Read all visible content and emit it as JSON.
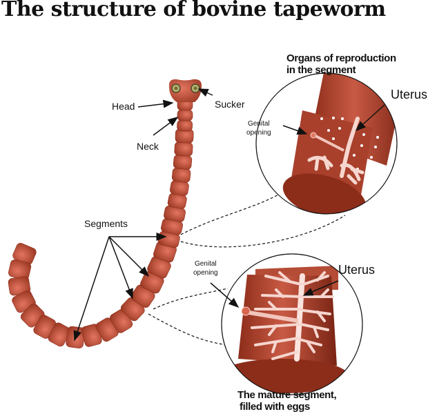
{
  "title": "The structure of bovine tapeworm",
  "labels": {
    "head": "Head",
    "sucker": "Sucker",
    "neck": "Neck",
    "segments": "Segments"
  },
  "detail_reproduction": {
    "caption_line1": "Organs of reproduction",
    "caption_line2": "in the segment",
    "genital_line1": "Genital",
    "genital_line2": "opening",
    "uterus": "Uterus"
  },
  "detail_mature": {
    "caption_line1": "The mature segment,",
    "caption_line2": "filled with eggs",
    "genital_line1": "Genital",
    "genital_line2": "opening",
    "uterus": "Uterus"
  },
  "colors": {
    "body": "#c4563f",
    "dark": "#7a2414",
    "light": "#e07a63",
    "uterus": "#f6d6cf"
  }
}
